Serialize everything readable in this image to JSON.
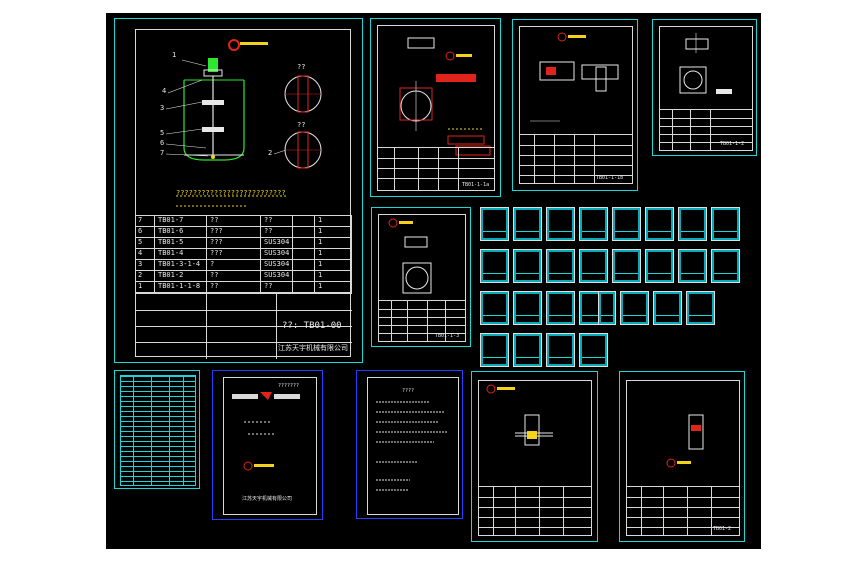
{
  "main_drawing": {
    "parts": [
      {
        "no": "7",
        "code": "TB01-7",
        "name": "??",
        "qty": "??",
        "count": "1"
      },
      {
        "no": "6",
        "code": "TB01-6",
        "name": "???",
        "qty": "??",
        "count": "1"
      },
      {
        "no": "5",
        "code": "TB01-5",
        "name": "???",
        "qty": "SUS304",
        "count": "1"
      },
      {
        "no": "4",
        "code": "TB01-4",
        "name": "???",
        "qty": "SUS304",
        "count": "1"
      },
      {
        "no": "3",
        "code": "TB01-3-1-4",
        "name": "?",
        "qty": "SUS304",
        "count": "1"
      },
      {
        "no": "2",
        "code": "TB01-2",
        "name": "??",
        "qty": "SUS304",
        "count": "1"
      },
      {
        "no": "1",
        "code": "TB01-1-1-8",
        "name": "??",
        "qty": "??",
        "count": "1"
      }
    ],
    "drawing_no": "??: TB01-00",
    "company": "江苏天宇机械有限公司",
    "callouts": [
      "1",
      "4",
      "3",
      "5",
      "6",
      "7",
      "2"
    ],
    "section_labels": [
      "??",
      "??"
    ],
    "notes": "??????????????????????????"
  },
  "sheets": {
    "detail_a_no": "TB01-1-1a",
    "detail_b_no": "TB01-1-1b",
    "detail_c_no": "TB01-1-2",
    "detail_d_no": "TB01-1-3",
    "detail_e_no": "TB01-2",
    "cover_company": "江苏天宇机械有限公司",
    "cover_title": "???????",
    "notes_title": "????"
  },
  "colors": {
    "background": "#000000",
    "sheet_border": "#19d7d7",
    "cover_border": "#2440ff",
    "accent_red": "#e0231b",
    "accent_yellow": "#f2d21b",
    "accent_green": "#2ee62e",
    "thumb_fill": "#08a9b8"
  }
}
